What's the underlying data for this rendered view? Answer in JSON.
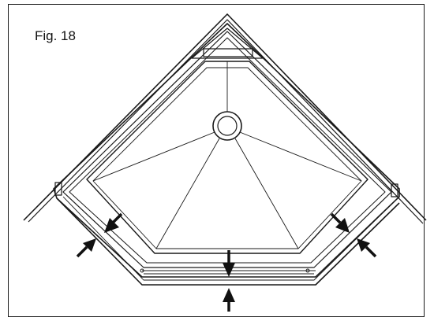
{
  "figure": {
    "label": "Fig. 18"
  },
  "icons": {
    "arrow": "filled-arrow",
    "drain": "drain-circle"
  },
  "colors": {
    "line": "#1a1a1a",
    "background": "#ffffff"
  }
}
